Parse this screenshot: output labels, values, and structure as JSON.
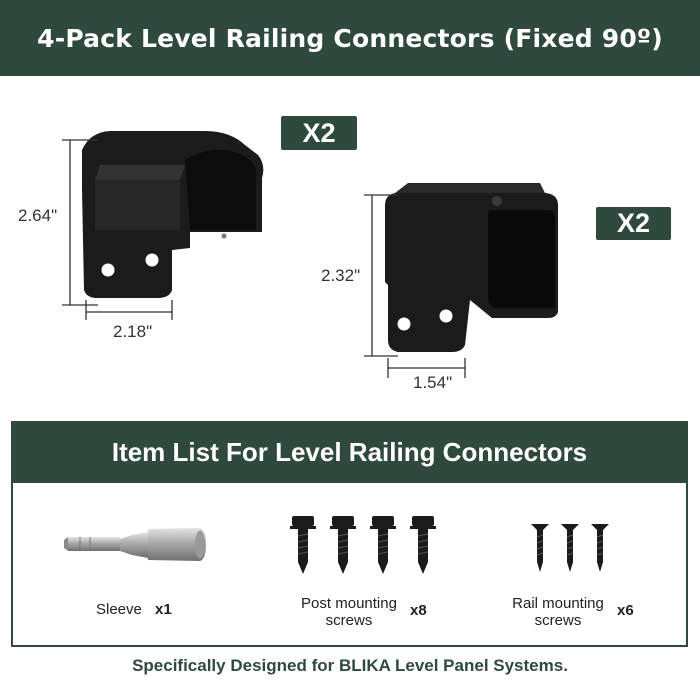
{
  "header": {
    "title": "4-Pack Level Railing Connectors (Fixed 90º)"
  },
  "products": [
    {
      "name": "round-top-connector",
      "quantity": "X2",
      "height": "2.64\"",
      "width": "2.18\""
    },
    {
      "name": "square-top-connector",
      "quantity": "X2",
      "height": "2.32\"",
      "width": "1.54\""
    }
  ],
  "item_list": {
    "title": "Item List For Level Railing Connectors",
    "items": [
      {
        "name": "Sleeve",
        "qty": "x1",
        "icon": "socket-sleeve-icon"
      },
      {
        "name_line1": "Post mounting",
        "name_line2": "screws",
        "qty": "x8",
        "icon": "hex-screw-icon"
      },
      {
        "name_line1": "Rail mounting",
        "name_line2": "screws",
        "qty": "x6",
        "icon": "flat-screw-icon"
      }
    ]
  },
  "footer": {
    "text": "Specifically Designed for BLIKA Level Panel Systems."
  },
  "colors": {
    "brand_green": "#2f4a3c",
    "product_black": "#1b1b1b"
  }
}
